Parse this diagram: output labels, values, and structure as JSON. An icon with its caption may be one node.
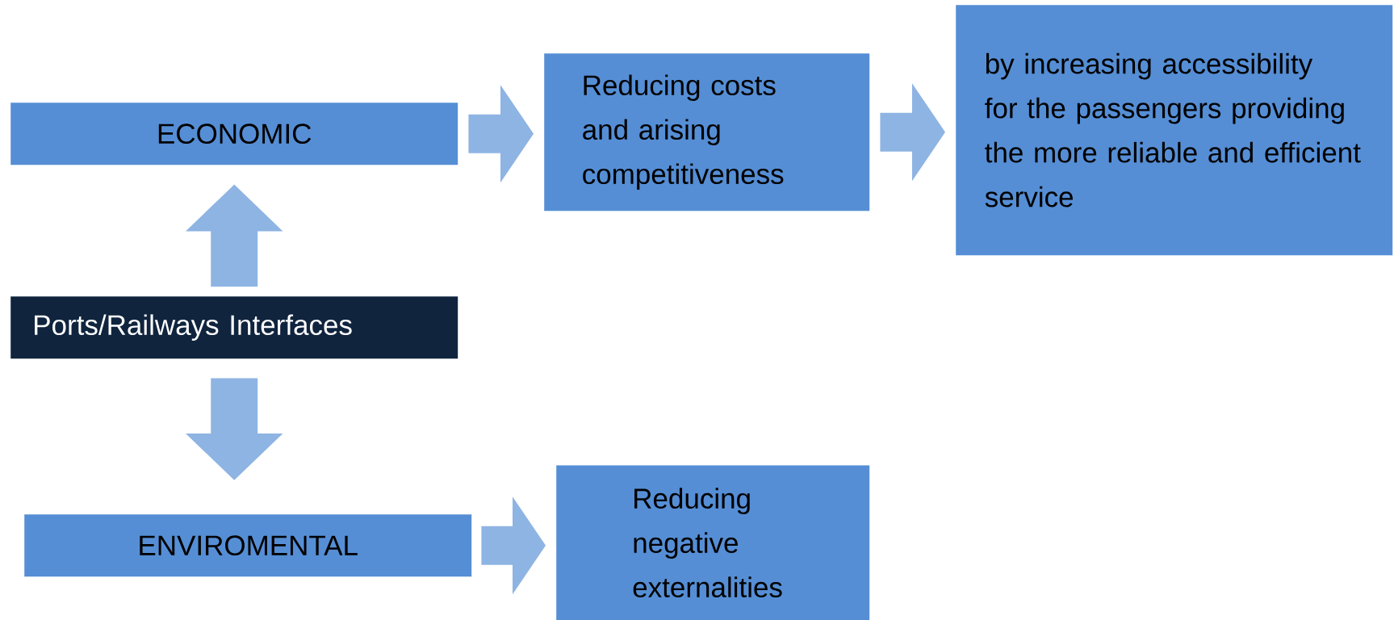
{
  "diagram": {
    "nodes": [
      {
        "text": [
          "ECONOMIC"
        ]
      },
      {
        "text": [
          "Reducing costs and arising competitiveness"
        ]
      },
      {
        "text": [
          "by increasing accessibility for the passengers providing the more reliable and efficient service"
        ]
      },
      {
        "text": [
          "Ports/Railways Interfaces"
        ]
      },
      {
        "text": [
          "ENVIROMENTAL"
        ]
      },
      {
        "text": [
          "Reducing negative externalities"
        ]
      }
    ],
    "edges": [
      {
        "from": 0,
        "to": 1,
        "arrow": "to"
      },
      {
        "from": 1,
        "to": 2,
        "arrow": "to"
      },
      {
        "from": 3,
        "to": 0,
        "arrow": "to"
      },
      {
        "from": 3,
        "to": 4,
        "arrow": "to"
      },
      {
        "from": 4,
        "to": 5,
        "arrow": "to"
      }
    ]
  }
}
